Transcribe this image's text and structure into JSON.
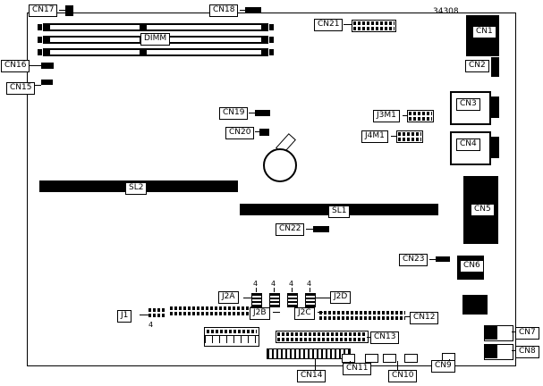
{
  "diagram": {
    "part_number": "34308",
    "labels": {
      "cn1": "CN1",
      "cn2": "CN2",
      "cn3": "CN3",
      "cn4": "CN4",
      "cn5": "CN5",
      "cn6": "CN6",
      "cn7": "CN7",
      "cn8": "CN8",
      "cn9": "CN9",
      "cn10": "CN10",
      "cn11": "CN11",
      "cn12": "CN12",
      "cn13": "CN13",
      "cn14": "CN14",
      "cn15": "CN15",
      "cn16": "CN16",
      "cn17": "CN17",
      "cn18": "CN18",
      "cn19": "CN19",
      "cn20": "CN20",
      "cn21": "CN21",
      "cn22": "CN22",
      "cn23": "CN23",
      "j1": "J1",
      "j2a": "J2A",
      "j2b": "J2B",
      "j2c": "J2C",
      "j2d": "J2D",
      "j3m1": "J3M1",
      "j4m1": "J4M1",
      "sl1": "SL1",
      "sl2": "SL2",
      "dimm": "DIMM",
      "pin_count": "4"
    }
  }
}
